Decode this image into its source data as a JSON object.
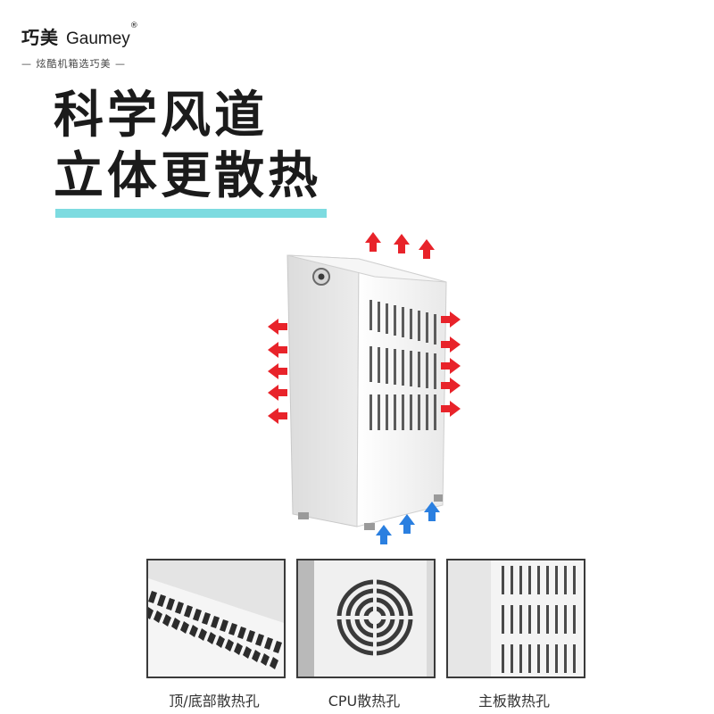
{
  "brand": {
    "name_cn": "巧美",
    "name_en": "Gaumey",
    "registered_mark": "®",
    "slogan": "— 炫酷机箱选巧美 —"
  },
  "headline": {
    "line1": "科学风道",
    "line2": "立体更散热"
  },
  "colors": {
    "accent_bar": "#7ddbe0",
    "exhaust_arrow": "#e8232a",
    "intake_arrow": "#2a7fe0",
    "case_body": "#f1f1f1"
  },
  "airflow": {
    "exhaust_icon": "red-arrow-icon",
    "intake_icon": "blue-arrow-icon"
  },
  "thumbnails": [
    {
      "caption": "顶/底部散热孔"
    },
    {
      "caption": "CPU散热孔"
    },
    {
      "caption": "主板散热孔"
    }
  ]
}
